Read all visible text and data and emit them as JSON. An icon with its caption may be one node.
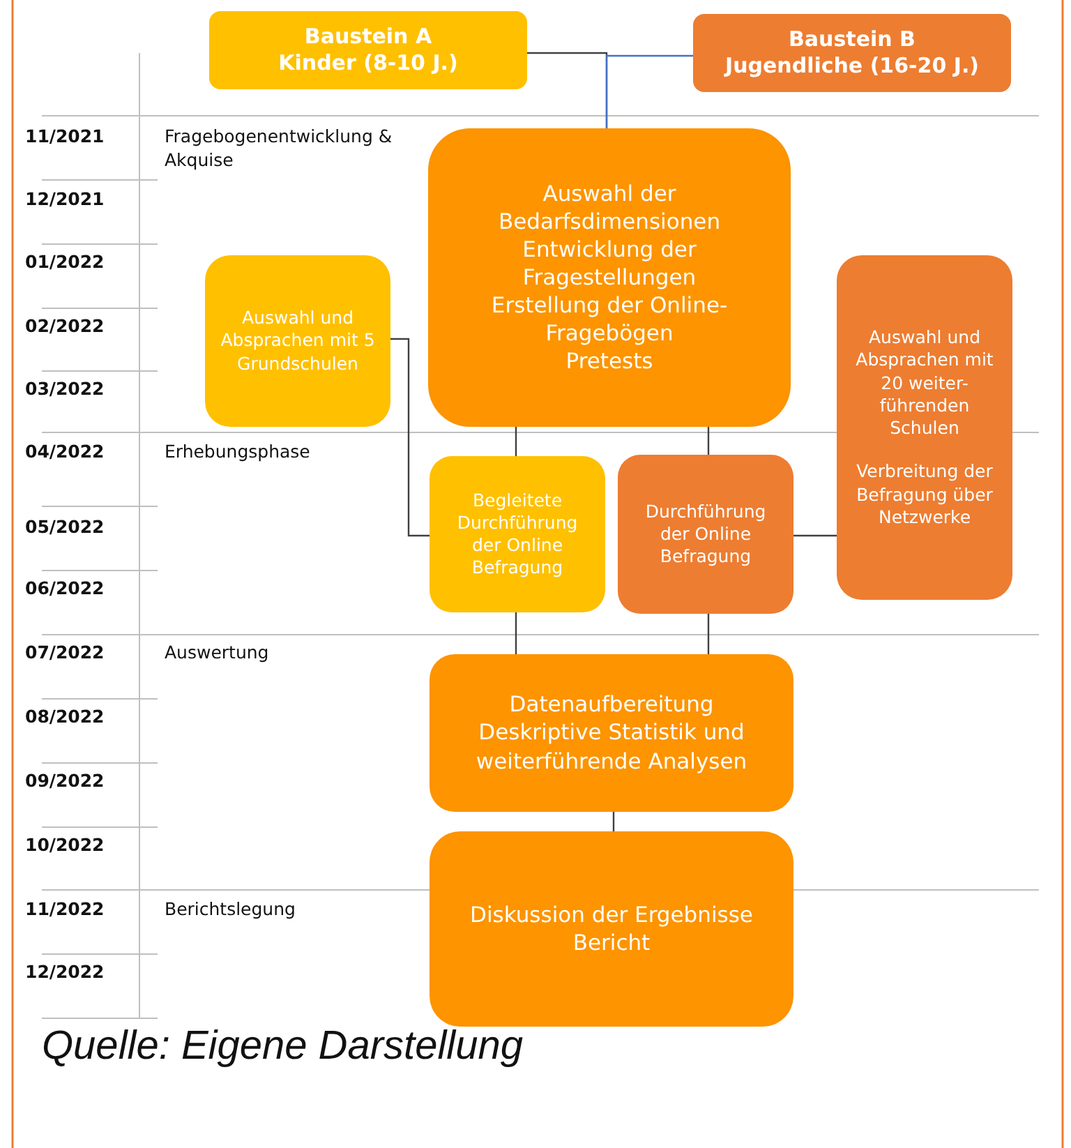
{
  "diagram": {
    "caption": "Quelle: Eigene Darstellung",
    "nodes": [
      {
        "text": [
          "Baustein A",
          "Kinder (8-10 J.)"
        ]
      },
      {
        "text": [
          "Baustein B",
          "Jugendliche (16-20 J.)"
        ]
      },
      {
        "text": [
          "Auswahl der Bedarfsdimensionen",
          "Entwicklung der Fragestellungen",
          "Erstellung der Online-Fragebögen",
          "Pretests"
        ]
      },
      {
        "text": [
          "Auswahl  und Absprachen mit 5 Grundschulen"
        ]
      },
      {
        "text": [
          "Auswahl  und Absprachen mit 20 weiter-führenden Schulen",
          "Verbreitung der Befragung über Netzwerke"
        ]
      },
      {
        "text": [
          "Begleitete Durchführung der Online Befragung"
        ]
      },
      {
        "text": [
          "Durchführung der Online Befragung"
        ]
      },
      {
        "text": [
          "Datenaufbereitung",
          "Deskriptive Statistik und weiterführende Analysen"
        ]
      },
      {
        "text": [
          "Diskussion der Ergebnisse",
          "Bericht"
        ]
      }
    ],
    "edges": [
      {
        "from": 0,
        "to": 2,
        "arrow": "none"
      },
      {
        "from": 1,
        "to": 2,
        "arrow": "none",
        "color": "#4472c4"
      },
      {
        "from": 2,
        "to": 5,
        "arrow": "none"
      },
      {
        "from": 2,
        "to": 6,
        "arrow": "none"
      },
      {
        "from": 3,
        "to": 5,
        "arrow": "none"
      },
      {
        "from": 4,
        "to": 6,
        "arrow": "none"
      },
      {
        "from": 5,
        "to": 7,
        "arrow": "none"
      },
      {
        "from": 6,
        "to": 7,
        "arrow": "none"
      },
      {
        "from": 7,
        "to": 8,
        "arrow": "none"
      }
    ],
    "labels": [
      "11/2021",
      "Fragebogenentwicklung & Akquise",
      "12/2021",
      "01/2022",
      "02/2022",
      "03/2022",
      "04/2022",
      "Erhebungsphase",
      "05/2022",
      "06/2022",
      "07/2022",
      "Auswertung",
      "08/2022",
      "09/2022",
      "10/2022",
      "11/2022",
      "Berichtslegung",
      "12/2022"
    ]
  }
}
